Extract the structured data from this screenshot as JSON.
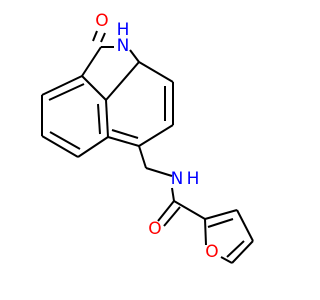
{
  "molecule": {
    "atoms": {
      "carbonyl_oxygen": "O",
      "lactam_nitrogen": "N",
      "lactam_hydrogen": "H",
      "amide_nitrogen": "N",
      "amide_hydrogen": "H",
      "amide_oxygen": "O",
      "furan_oxygen": "O"
    },
    "colors": {
      "bond": "#000000",
      "oxygen": "#ff0000",
      "nitrogen": "#0000ff"
    }
  }
}
